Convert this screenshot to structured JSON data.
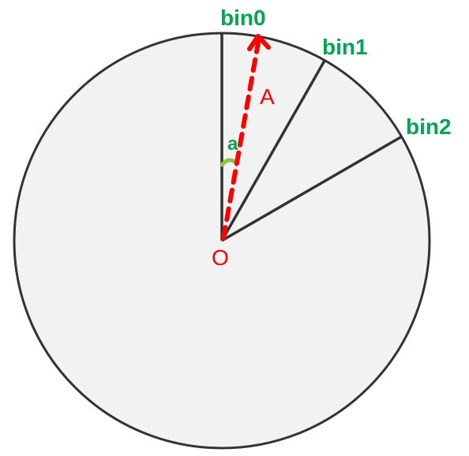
{
  "colors": {
    "circle_fill": "#f2f2f2",
    "circle_stroke": "#333333",
    "radius_stroke": "#333333",
    "bin_label": "#00a651",
    "vector": "#ff0000",
    "origin_label": "#ff0000",
    "angle_arc": "#8cc63f",
    "angle_label": "#00a651"
  },
  "labels": {
    "bin0": "bin0",
    "bin1": "bin1",
    "bin2": "bin2",
    "vector": "A",
    "angle": "a",
    "origin": "O"
  }
}
